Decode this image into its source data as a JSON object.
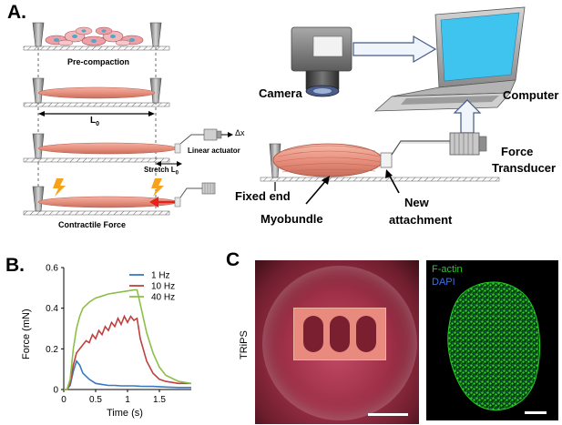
{
  "panels": {
    "a": "A.",
    "b": "B.",
    "c": "C"
  },
  "panel_a": {
    "steps": {
      "pre_compaction": "Pre-compaction",
      "l0": "L",
      "l0_sub": "0",
      "stretch": "Stretch L",
      "stretch_sub": "0",
      "delta_x": "Δx",
      "linear_actuator": "Linear actuator",
      "contractile_force": "Contractile Force"
    },
    "setup": {
      "camera": "Camera",
      "computer": "Computer",
      "force_transducer_line1": "Force",
      "force_transducer_line2": "Transducer",
      "fixed_end": "Fixed end",
      "myobundle": "Myobundle",
      "new_attachment_line1": "New",
      "new_attachment_line2": "attachment"
    },
    "colors": {
      "myobundle": "#e8907e",
      "screen": "#3fc4f0",
      "arrow_red": "#e8221b",
      "lightning": "#f7a21b"
    }
  },
  "panel_b": {
    "chart_data": {
      "type": "line",
      "xlabel": "Time (s)",
      "ylabel": "Force (mN)",
      "xlim": [
        0,
        2
      ],
      "ylim": [
        0,
        0.6
      ],
      "xticks": [
        "0",
        "0.5",
        "1",
        "1.5"
      ],
      "yticks": [
        "0",
        "0.2",
        "0.4",
        "0.6"
      ],
      "legend_position": "top-right",
      "series": [
        {
          "name": "1 Hz",
          "color": "#3a78c2",
          "x": [
            0,
            0.05,
            0.1,
            0.15,
            0.2,
            0.25,
            0.3,
            0.4,
            0.5,
            0.6,
            0.7,
            0.8,
            0.9,
            1.0,
            1.1,
            1.2,
            1.4,
            1.6,
            1.8,
            2.0
          ],
          "y": [
            0,
            0.0,
            0.02,
            0.09,
            0.14,
            0.12,
            0.08,
            0.05,
            0.03,
            0.025,
            0.02,
            0.02,
            0.018,
            0.018,
            0.018,
            0.016,
            0.015,
            0.012,
            0.01,
            0.01
          ]
        },
        {
          "name": "10 Hz",
          "color": "#c0403e",
          "x": [
            0,
            0.05,
            0.1,
            0.15,
            0.2,
            0.25,
            0.3,
            0.35,
            0.4,
            0.45,
            0.5,
            0.55,
            0.6,
            0.65,
            0.7,
            0.75,
            0.8,
            0.85,
            0.9,
            0.95,
            1.0,
            1.05,
            1.1,
            1.15,
            1.2,
            1.3,
            1.4,
            1.5,
            1.6,
            1.8,
            2.0
          ],
          "y": [
            0,
            0.0,
            0.03,
            0.12,
            0.18,
            0.2,
            0.22,
            0.24,
            0.23,
            0.27,
            0.25,
            0.29,
            0.27,
            0.31,
            0.29,
            0.33,
            0.31,
            0.35,
            0.32,
            0.36,
            0.33,
            0.36,
            0.34,
            0.35,
            0.25,
            0.14,
            0.08,
            0.05,
            0.04,
            0.03,
            0.03
          ]
        },
        {
          "name": "40 Hz",
          "color": "#8dbf48",
          "x": [
            0,
            0.05,
            0.1,
            0.15,
            0.2,
            0.25,
            0.3,
            0.4,
            0.5,
            0.6,
            0.7,
            0.8,
            0.9,
            1.0,
            1.1,
            1.15,
            1.2,
            1.3,
            1.4,
            1.5,
            1.6,
            1.8,
            2.0
          ],
          "y": [
            0,
            0.0,
            0.05,
            0.2,
            0.3,
            0.36,
            0.4,
            0.43,
            0.45,
            0.46,
            0.47,
            0.475,
            0.48,
            0.485,
            0.49,
            0.49,
            0.42,
            0.28,
            0.18,
            0.11,
            0.07,
            0.04,
            0.03
          ]
        }
      ]
    }
  },
  "panel_c": {
    "trips_label": "TRiPS",
    "factin_label": "F-actin",
    "dapi_label": "DAPI",
    "colors": {
      "factin": "#22cc22",
      "dapi": "#3f6fe0"
    }
  }
}
